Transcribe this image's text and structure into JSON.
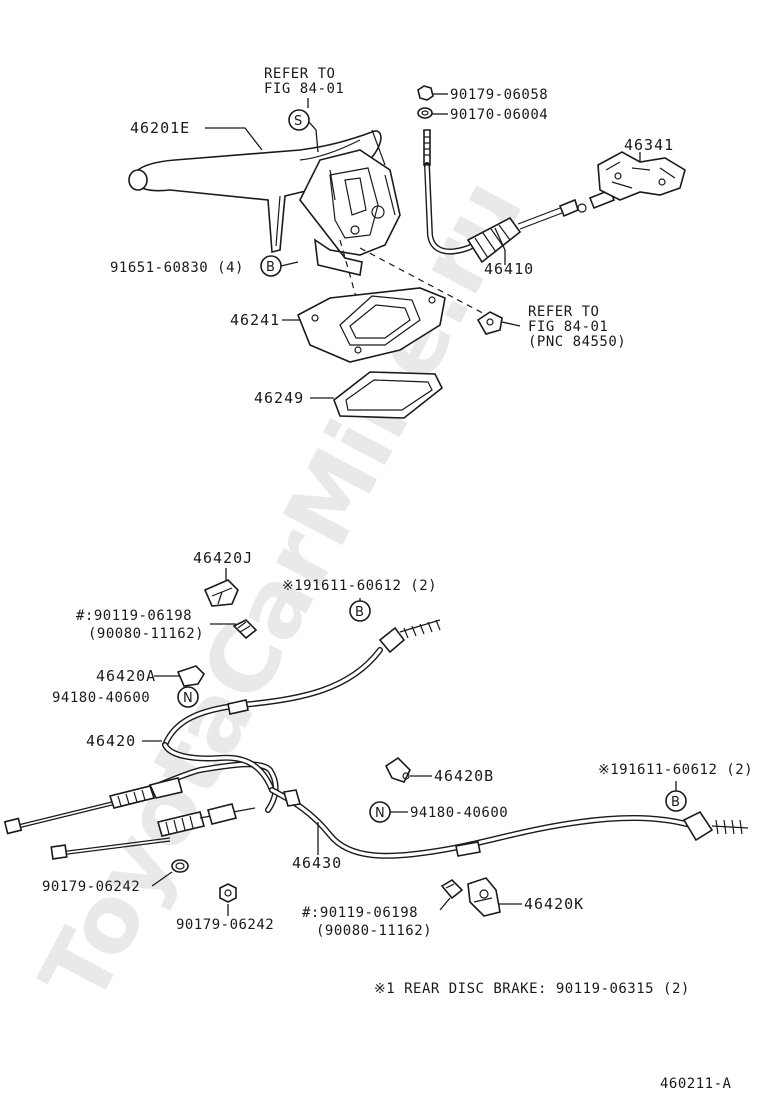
{
  "watermark": "ToyotaCarMine.ru",
  "labels": {
    "refer_top_1": "REFER TO",
    "refer_top_2": "FIG 84-01",
    "circle_s": "S",
    "p46201E": "46201E",
    "p90179_06058": "90179-06058",
    "p90170_06004": "90170-06004",
    "p46341": "46341",
    "p46410": "46410",
    "p91651": "91651-60830 (4)",
    "circle_b1": "B",
    "p46241": "46241",
    "refer_mid_1": "REFER TO",
    "refer_mid_2": "FIG 84-01",
    "refer_mid_3": "(PNC 84550)",
    "p46249": "46249",
    "p46420J": "46420J",
    "note_191611_a": "※191611-60612 (2)",
    "circle_b2": "B",
    "p90119_a": "#:90119-06198",
    "p90080_a": "(90080-11162)",
    "p46420A": "46420A",
    "p94180_a": "94180-40600",
    "circle_n1": "N",
    "p46420": "46420",
    "p46420B": "46420B",
    "note_191611_b": "※191611-60612 (2)",
    "circle_b3": "B",
    "circle_n2": "N",
    "p94180_b": "94180-40600",
    "p46430": "46430",
    "p90179_06242_a": "90179-06242",
    "p90179_06242_b": "90179-06242",
    "p90119_b": "#:90119-06198",
    "p90080_b": "(90080-11162)",
    "p46420K": "46420K",
    "footnote": "※1 REAR DISC BRAKE: 90119-06315 (2)",
    "fig_id": "460211-A"
  }
}
